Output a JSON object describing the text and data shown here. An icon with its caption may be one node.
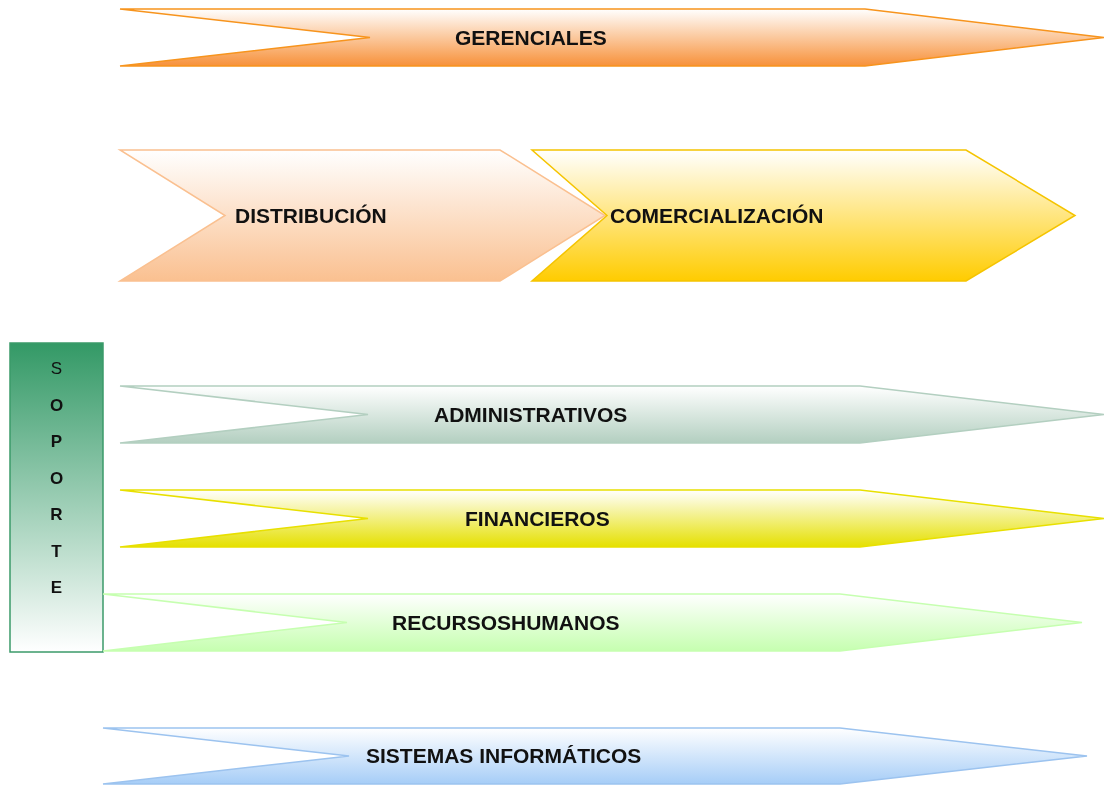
{
  "diagram": {
    "nodes": [
      {
        "text": [
          "GERENCIALES"
        ]
      },
      {
        "text": [
          "DISTRIBUCIÓN"
        ]
      },
      {
        "text": [
          "COMERCIALIZACIÓN"
        ]
      },
      {
        "text": [
          "S**OPORTE**"
        ]
      },
      {
        "text": [
          "ADMINISTRATIVOS"
        ]
      },
      {
        "text": [
          "FINANCIEROS"
        ]
      },
      {
        "text": [
          "RECURSOSHUMANOS"
        ]
      },
      {
        "text": [
          "SISTEMAS INFORMÁTICOS"
        ]
      }
    ]
  }
}
